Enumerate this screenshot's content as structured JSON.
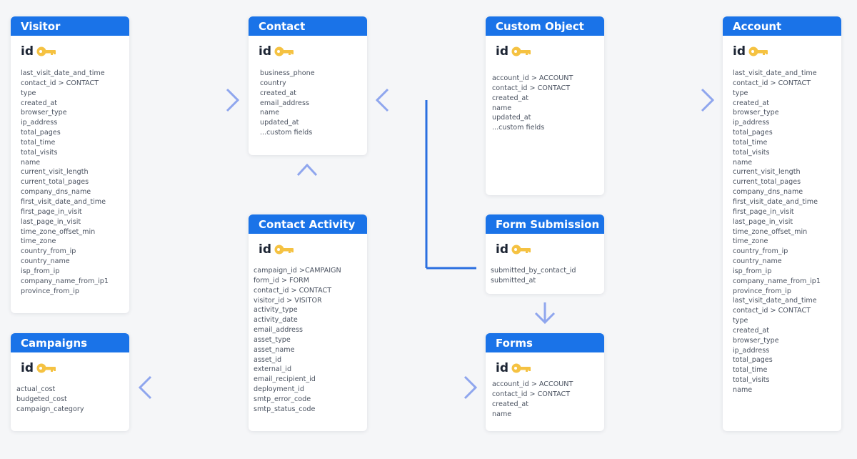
{
  "colors": {
    "header": "#1a73e8",
    "key": "#f5c242",
    "arrow_light": "#8aa8f0",
    "arrow_dark": "#2a6fe0"
  },
  "id_label": "id",
  "tables": {
    "visitor": {
      "title": "Visitor",
      "fields": [
        "last_visit_date_and_time",
        "contact_id > CONTACT",
        "type",
        "created_at",
        "browser_type",
        "ip_address",
        "total_pages",
        "total_time",
        "total_visits",
        "name",
        "current_visit_length",
        "current_total_pages",
        "company_dns_name",
        "first_visit_date_and_time",
        "first_page_in_visit",
        "last_page_in_visit",
        "time_zone_offset_min",
        "time_zone",
        "country_from_ip",
        "country_name",
        "isp_from_ip",
        "company_name_from_ip1",
        "province_from_ip"
      ]
    },
    "contact": {
      "title": "Contact",
      "fields": [
        "business_phone",
        "country",
        "created_at",
        "email_address",
        "name",
        "updated_at",
        "...custom fields"
      ]
    },
    "custom_object": {
      "title": "Custom Object",
      "fields": [
        "account_id  > ACCOUNT",
        "contact_id  > CONTACT",
        "created_at",
        "name",
        "updated_at",
        "...custom fields"
      ]
    },
    "account": {
      "title": "Account",
      "fields": [
        "last_visit_date_and_time",
        "contact_id > CONTACT",
        "type",
        "created_at",
        "browser_type",
        "ip_address",
        "total_pages",
        "total_time",
        "total_visits",
        "name",
        "current_visit_length",
        "current_total_pages",
        "company_dns_name",
        "first_visit_date_and_time",
        "first_page_in_visit",
        "last_page_in_visit",
        "time_zone_offset_min",
        "time_zone",
        "country_from_ip",
        "country_name",
        "isp_from_ip",
        "company_name_from_ip1",
        "province_from_ip",
        "last_visit_date_and_time",
        "contact_id > CONTACT",
        "type",
        "created_at",
        "browser_type",
        "ip_address",
        "total_pages",
        "total_time",
        "total_visits",
        "name"
      ]
    },
    "contact_activity": {
      "title": "Contact Activity",
      "fields": [
        "campaign_id >CAMPAIGN",
        "form_id > FORM",
        "contact_id > CONTACT",
        "visitor_id  > VISITOR",
        "activity_type",
        "activity_date",
        "email_address",
        "asset_type",
        "asset_name",
        "asset_id",
        "external_id",
        "email_recipient_id",
        "deployment_id",
        "smtp_error_code",
        "smtp_status_code"
      ]
    },
    "form_submission": {
      "title": "Form Submission",
      "fields": [
        "submitted_by_contact_id",
        "submitted_at"
      ]
    },
    "campaigns": {
      "title": "Campaigns",
      "fields": [
        "actual_cost",
        "budgeted_cost",
        "campaign_category"
      ]
    },
    "forms": {
      "title": "Forms",
      "fields": [
        "account_id  > ACCOUNT",
        "contact_id  > CONTACT",
        "created_at",
        "name"
      ]
    }
  }
}
